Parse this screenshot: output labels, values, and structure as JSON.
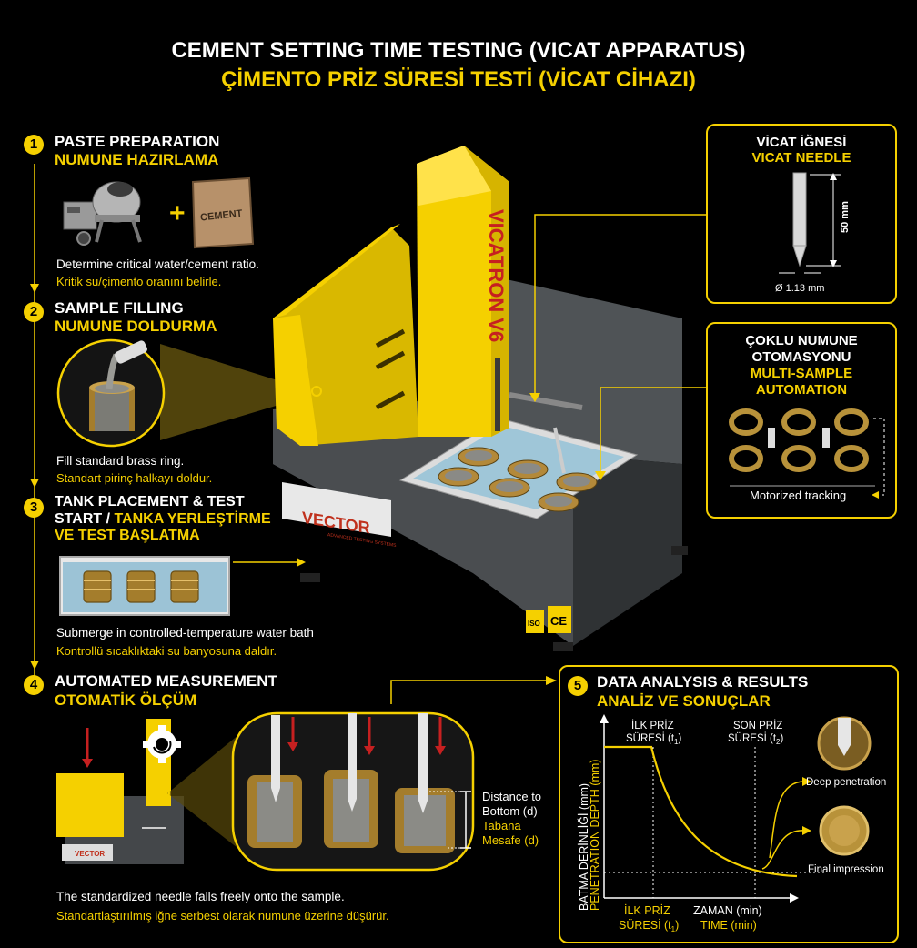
{
  "title_en": "CEMENT SETTING TIME TESTING (VICAT APPARATUS)",
  "title_tr": "ÇİMENTO PRİZ SÜRESİ TESTİ (VİCAT CİHAZI)",
  "steps": [
    {
      "num": "1",
      "en": "PASTE PREPARATION",
      "tr": "NUMUNE HAZIRLAMA",
      "desc_en": "Determine critical water/cement ratio.",
      "desc_tr": "Kritik su/çimento oranını belirle.",
      "plus": "+",
      "bag_label": "CEMENT"
    },
    {
      "num": "2",
      "en": "SAMPLE FILLING",
      "tr": "NUMUNE DOLDURMA",
      "desc_en": "Fill standard brass ring.",
      "desc_tr": "Standart pirinç halkayı doldur."
    },
    {
      "num": "3",
      "en_line1": "TANK PLACEMENT & TEST",
      "en_line2": "START /",
      "tr_line2": "TANKA YERLEŞTİRME",
      "tr_line3": "VE TEST BAŞLATMA",
      "desc_en": "Submerge in controlled-temperature water bath",
      "desc_tr": "Kontrollü sıcaklıktaki su banyosuna daldır."
    },
    {
      "num": "4",
      "en": "AUTOMATED MEASUREMENT",
      "tr": "OTOMATİK ÖLÇÜM",
      "desc_en": "The standardized needle falls freely onto the sample.",
      "desc_tr": "Standartlaştırılmış iğne serbest olarak numune üzerine düşürür.",
      "distance_en_1": "Distance to",
      "distance_en_2": "Bottom (d)",
      "distance_tr_1": "Tabana",
      "distance_tr_2": "Mesafe (d)",
      "mini_brand": "VECTOR"
    },
    {
      "num": "5",
      "en": "DATA ANALYSIS & RESULTS",
      "tr": "ANALİZ VE SONUÇLAR"
    }
  ],
  "needle_box": {
    "title_tr": "VİCAT İĞNESİ",
    "title_en": "VICAT NEEDLE",
    "length": "50 mm",
    "diameter": "Ø 1.13 mm"
  },
  "multi_box": {
    "title_tr_1": "ÇOKLU NUMUNE",
    "title_tr_2": "OTOMASYONU",
    "title_en_1": "MULTI-SAMPLE",
    "title_en_2": "AUTOMATION",
    "tracking": "Motorized tracking"
  },
  "machine": {
    "column_label": "VICATRON V6",
    "brand": "VECTOR",
    "brand_sub": "ADVANCED TESTING SYSTEMS",
    "iso": "ISO",
    "ce": "CE"
  },
  "chart_data": {
    "type": "line",
    "ylabel_tr": "BATMA DERİNLİĞİ (mm)",
    "ylabel_en": "PENETRATION DEPTH (mm)",
    "xlabel_tr": "ZAMAN (min)",
    "xlabel_en": "TIME (min)",
    "initial_top_1": "İLK PRİZ",
    "initial_top_2": "SÜRESİ (t",
    "initial_top_sub": "1",
    "final_top_1": "SON PRİZ",
    "final_top_2": "SÜRESİ (t",
    "final_top_sub": "2",
    "initial_bottom_1": "İLK PRİZ",
    "initial_bottom_2": "SÜRESİ (t",
    "initial_bottom_sub": "1",
    "deep_label": "Deep penetration",
    "final_label": "Final impression",
    "accent": "#f5d000"
  },
  "colors": {
    "accent": "#f5d000",
    "brass": "#b8923a",
    "body": "#4a4d50",
    "background": "#000000"
  }
}
